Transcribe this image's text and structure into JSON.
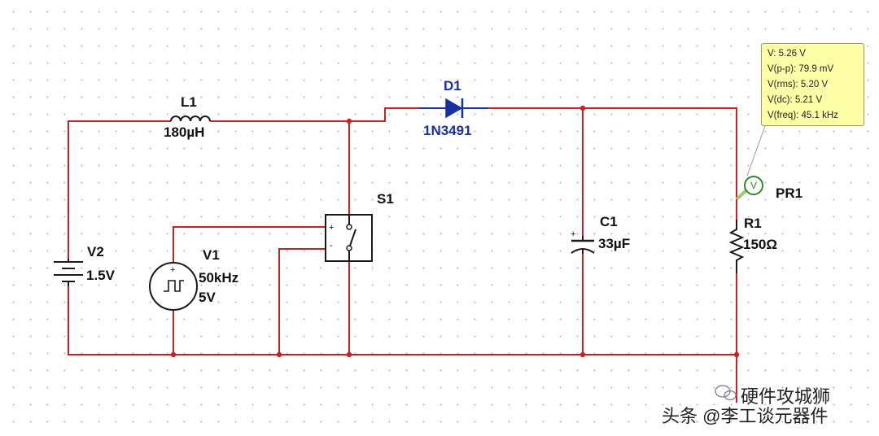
{
  "components": {
    "L1": {
      "ref": "L1",
      "value": "180µH"
    },
    "D1": {
      "ref": "D1",
      "value": "1N3491"
    },
    "S1": {
      "ref": "S1"
    },
    "C1": {
      "ref": "C1",
      "value": "33µF"
    },
    "R1": {
      "ref": "R1",
      "value": "150Ω"
    },
    "V2": {
      "ref": "V2",
      "value": "1.5V"
    },
    "V1": {
      "ref": "V1",
      "freq": "50kHz",
      "amplitude": "5V"
    },
    "PR1": {
      "ref": "PR1",
      "symbol": "V"
    }
  },
  "probe": {
    "lines": [
      "V: 5.26 V",
      "V(p-p): 79.9 mV",
      "V(rms): 5.20 V",
      "V(dc): 5.21 V",
      "V(freq): 45.1 kHz"
    ]
  },
  "symbols": {
    "plus": "+",
    "minus": "-"
  },
  "colors": {
    "wire": "#cc1f1f",
    "diode": "#1a2fa0",
    "probe_bg": "#ffffa8",
    "probe_ring": "#2a8a2a"
  },
  "watermark": {
    "brand": "硬件攻城狮",
    "source": "头条 @李工谈元器件"
  }
}
